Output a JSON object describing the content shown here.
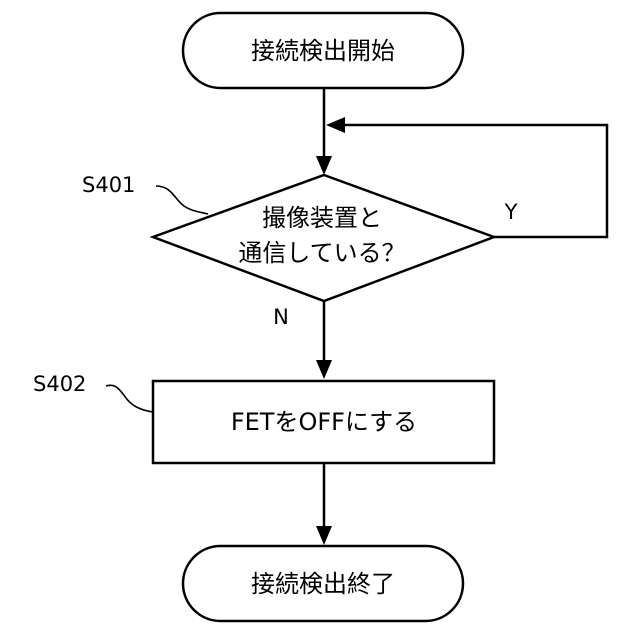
{
  "flowchart": {
    "start": {
      "text": "接続検出開始"
    },
    "decision": {
      "step_id": "S401",
      "line1": "撮像装置と",
      "line2": "通信している？",
      "yes_label": "Y",
      "no_label": "N"
    },
    "process": {
      "step_id": "S402",
      "text": "FETをOFFにする"
    },
    "end": {
      "text": "接続検出終了"
    }
  },
  "colors": {
    "stroke": "#000000",
    "fill": "#ffffff"
  }
}
